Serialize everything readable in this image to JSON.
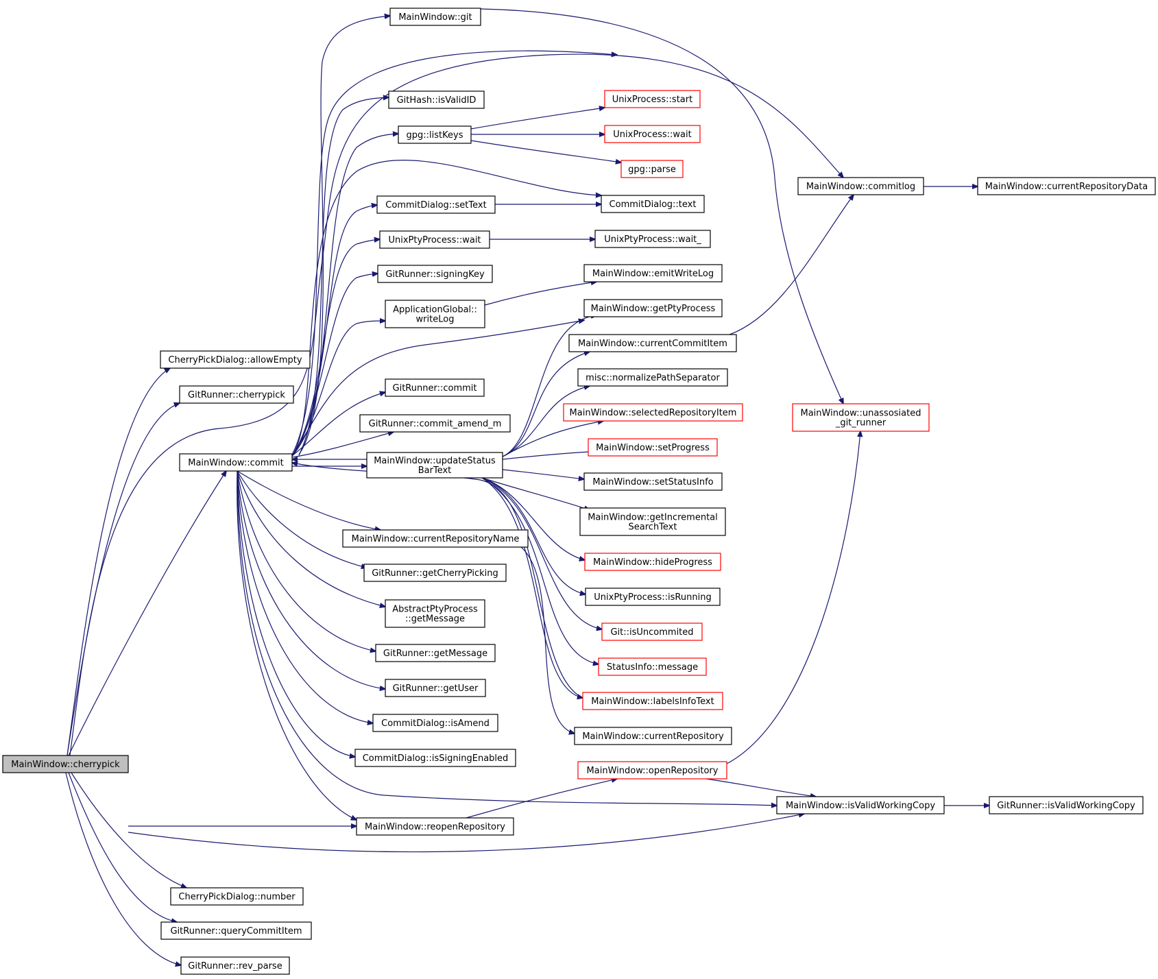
{
  "diagram": {
    "type": "call-graph",
    "colors": {
      "edge": "#191970",
      "node_border_default": "#000000",
      "node_border_truncated": "#ff0000",
      "root_fill": "#bfbfbf",
      "node_fill": "#ffffff"
    },
    "nodes": [
      {
        "id": "cherrypick",
        "lines": [
          "MainWindow::cherrypick"
        ],
        "style": "root"
      },
      {
        "id": "allowEmpty",
        "lines": [
          "CherryPickDialog::allowEmpty"
        ],
        "style": "normal"
      },
      {
        "id": "gr_cherrypick",
        "lines": [
          "GitRunner::cherrypick"
        ],
        "style": "normal"
      },
      {
        "id": "commit",
        "lines": [
          "MainWindow::commit"
        ],
        "style": "normal"
      },
      {
        "id": "number",
        "lines": [
          "CherryPickDialog::number"
        ],
        "style": "normal"
      },
      {
        "id": "queryCommitItem",
        "lines": [
          "GitRunner::queryCommitItem"
        ],
        "style": "normal"
      },
      {
        "id": "rev_parse",
        "lines": [
          "GitRunner::rev_parse"
        ],
        "style": "normal"
      },
      {
        "id": "reopenRepository",
        "lines": [
          "MainWindow::reopenRepository"
        ],
        "style": "normal"
      },
      {
        "id": "git",
        "lines": [
          "MainWindow::git"
        ],
        "style": "normal"
      },
      {
        "id": "isValidID",
        "lines": [
          "GitHash::isValidID"
        ],
        "style": "normal"
      },
      {
        "id": "listKeys",
        "lines": [
          "gpg::listKeys"
        ],
        "style": "normal"
      },
      {
        "id": "setText",
        "lines": [
          "CommitDialog::setText"
        ],
        "style": "normal"
      },
      {
        "id": "ptyWait",
        "lines": [
          "UnixPtyProcess::wait"
        ],
        "style": "normal"
      },
      {
        "id": "signingKey",
        "lines": [
          "GitRunner::signingKey"
        ],
        "style": "normal"
      },
      {
        "id": "writeLog",
        "lines": [
          "ApplicationGlobal::",
          "writeLog"
        ],
        "style": "normal"
      },
      {
        "id": "gr_commit",
        "lines": [
          "GitRunner::commit"
        ],
        "style": "normal"
      },
      {
        "id": "commit_amend_m",
        "lines": [
          "GitRunner::commit_amend_m"
        ],
        "style": "normal"
      },
      {
        "id": "updateStatusBarText",
        "lines": [
          "MainWindow::updateStatus",
          "BarText"
        ],
        "style": "normal"
      },
      {
        "id": "currentRepositoryName",
        "lines": [
          "MainWindow::currentRepositoryName"
        ],
        "style": "normal"
      },
      {
        "id": "getCherryPicking",
        "lines": [
          "GitRunner::getCherryPicking"
        ],
        "style": "normal"
      },
      {
        "id": "abs_getMessage",
        "lines": [
          "AbstractPtyProcess",
          "::getMessage"
        ],
        "style": "normal"
      },
      {
        "id": "gr_getMessage",
        "lines": [
          "GitRunner::getMessage"
        ],
        "style": "normal"
      },
      {
        "id": "getUser",
        "lines": [
          "GitRunner::getUser"
        ],
        "style": "normal"
      },
      {
        "id": "isAmend",
        "lines": [
          "CommitDialog::isAmend"
        ],
        "style": "normal"
      },
      {
        "id": "isSigningEnabled",
        "lines": [
          "CommitDialog::isSigningEnabled"
        ],
        "style": "normal"
      },
      {
        "id": "ux_start",
        "lines": [
          "UnixProcess::start"
        ],
        "style": "truncated"
      },
      {
        "id": "ux_wait",
        "lines": [
          "UnixProcess::wait"
        ],
        "style": "truncated"
      },
      {
        "id": "gpg_parse",
        "lines": [
          "gpg::parse"
        ],
        "style": "truncated"
      },
      {
        "id": "cd_text",
        "lines": [
          "CommitDialog::text"
        ],
        "style": "normal"
      },
      {
        "id": "wait_",
        "lines": [
          "UnixPtyProcess::wait_"
        ],
        "style": "normal"
      },
      {
        "id": "emitWriteLog",
        "lines": [
          "MainWindow::emitWriteLog"
        ],
        "style": "normal"
      },
      {
        "id": "getPtyProcess",
        "lines": [
          "MainWindow::getPtyProcess"
        ],
        "style": "normal"
      },
      {
        "id": "currentCommitItem",
        "lines": [
          "MainWindow::currentCommitItem"
        ],
        "style": "normal"
      },
      {
        "id": "normalizePathSeparator",
        "lines": [
          "misc::normalizePathSeparator"
        ],
        "style": "normal"
      },
      {
        "id": "selectedRepositoryItem",
        "lines": [
          "MainWindow::selectedRepositoryItem"
        ],
        "style": "truncated"
      },
      {
        "id": "setProgress",
        "lines": [
          "MainWindow::setProgress"
        ],
        "style": "truncated"
      },
      {
        "id": "setStatusInfo",
        "lines": [
          "MainWindow::setStatusInfo"
        ],
        "style": "normal"
      },
      {
        "id": "getIncrementalSearchText",
        "lines": [
          "MainWindow::getIncremental",
          "SearchText"
        ],
        "style": "normal"
      },
      {
        "id": "hideProgress",
        "lines": [
          "MainWindow::hideProgress"
        ],
        "style": "truncated"
      },
      {
        "id": "isRunning",
        "lines": [
          "UnixPtyProcess::isRunning"
        ],
        "style": "normal"
      },
      {
        "id": "isUncommited",
        "lines": [
          "Git::isUncommited"
        ],
        "style": "truncated"
      },
      {
        "id": "si_message",
        "lines": [
          "StatusInfo::message"
        ],
        "style": "truncated"
      },
      {
        "id": "labelsInfoText",
        "lines": [
          "MainWindow::labelsInfoText"
        ],
        "style": "truncated"
      },
      {
        "id": "currentRepository",
        "lines": [
          "MainWindow::currentRepository"
        ],
        "style": "normal"
      },
      {
        "id": "openRepository",
        "lines": [
          "MainWindow::openRepository"
        ],
        "style": "truncated"
      },
      {
        "id": "commitlog",
        "lines": [
          "MainWindow::commitlog"
        ],
        "style": "normal"
      },
      {
        "id": "unassosiated",
        "lines": [
          "MainWindow::unassosiated",
          "_git_runner"
        ],
        "style": "truncated"
      },
      {
        "id": "mw_isValidWorkingCopy",
        "lines": [
          "MainWindow::isValidWorkingCopy"
        ],
        "style": "normal"
      },
      {
        "id": "currentRepositoryData",
        "lines": [
          "MainWindow::currentRepositoryData"
        ],
        "style": "normal"
      },
      {
        "id": "gr_isValidWorkingCopy",
        "lines": [
          "GitRunner::isValidWorkingCopy"
        ],
        "style": "normal"
      }
    ],
    "edges": [
      [
        "cherrypick",
        "allowEmpty"
      ],
      [
        "cherrypick",
        "gr_cherrypick"
      ],
      [
        "cherrypick",
        "commit"
      ],
      [
        "cherrypick",
        "commitlog"
      ],
      [
        "cherrypick",
        "number"
      ],
      [
        "cherrypick",
        "queryCommitItem"
      ],
      [
        "cherrypick",
        "rev_parse"
      ],
      [
        "cherrypick",
        "reopenRepository"
      ],
      [
        "cherrypick",
        "mw_isValidWorkingCopy"
      ],
      [
        "commit",
        "git"
      ],
      [
        "commit",
        "commitlog"
      ],
      [
        "commit",
        "isValidID"
      ],
      [
        "commit",
        "listKeys"
      ],
      [
        "commit",
        "cd_text"
      ],
      [
        "commit",
        "setText"
      ],
      [
        "commit",
        "ptyWait"
      ],
      [
        "commit",
        "signingKey"
      ],
      [
        "commit",
        "writeLog"
      ],
      [
        "commit",
        "getPtyProcess"
      ],
      [
        "commit",
        "gr_commit"
      ],
      [
        "commit",
        "commit_amend_m"
      ],
      [
        "commit",
        "updateStatusBarText"
      ],
      [
        "commit",
        "currentRepositoryName"
      ],
      [
        "commit",
        "getCherryPicking"
      ],
      [
        "commit",
        "abs_getMessage"
      ],
      [
        "commit",
        "gr_getMessage"
      ],
      [
        "commit",
        "getUser"
      ],
      [
        "commit",
        "isAmend"
      ],
      [
        "commit",
        "isSigningEnabled"
      ],
      [
        "commit",
        "reopenRepository"
      ],
      [
        "commit",
        "mw_isValidWorkingCopy"
      ],
      [
        "updateStatusBarText",
        "commit"
      ],
      [
        "labelsInfoText",
        "commit"
      ],
      [
        "git",
        "unassosiated"
      ],
      [
        "listKeys",
        "ux_start"
      ],
      [
        "listKeys",
        "ux_wait"
      ],
      [
        "listKeys",
        "gpg_parse"
      ],
      [
        "setText",
        "cd_text"
      ],
      [
        "ptyWait",
        "wait_"
      ],
      [
        "writeLog",
        "emitWriteLog"
      ],
      [
        "updateStatusBarText",
        "getPtyProcess"
      ],
      [
        "updateStatusBarText",
        "currentCommitItem"
      ],
      [
        "updateStatusBarText",
        "normalizePathSeparator"
      ],
      [
        "updateStatusBarText",
        "selectedRepositoryItem"
      ],
      [
        "updateStatusBarText",
        "setProgress"
      ],
      [
        "updateStatusBarText",
        "setStatusInfo"
      ],
      [
        "updateStatusBarText",
        "getIncrementalSearchText"
      ],
      [
        "updateStatusBarText",
        "hideProgress"
      ],
      [
        "updateStatusBarText",
        "isRunning"
      ],
      [
        "updateStatusBarText",
        "isUncommited"
      ],
      [
        "updateStatusBarText",
        "si_message"
      ],
      [
        "updateStatusBarText",
        "labelsInfoText"
      ],
      [
        "currentRepositoryName",
        "currentRepository"
      ],
      [
        "currentCommitItem",
        "commitlog"
      ],
      [
        "reopenRepository",
        "openRepository"
      ],
      [
        "openRepository",
        "unassosiated"
      ],
      [
        "openRepository",
        "mw_isValidWorkingCopy"
      ],
      [
        "commitlog",
        "currentRepositoryData"
      ],
      [
        "mw_isValidWorkingCopy",
        "gr_isValidWorkingCopy"
      ]
    ]
  }
}
